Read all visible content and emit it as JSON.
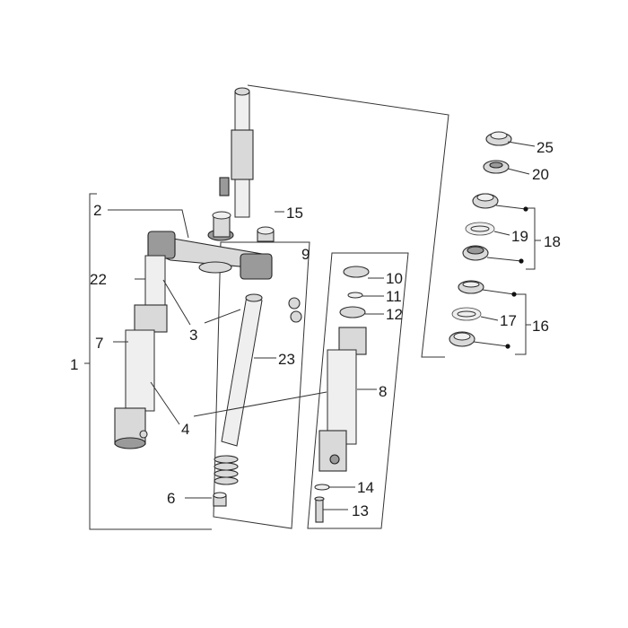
{
  "diagram": {
    "callouts": {
      "n1": "1",
      "n2": "2",
      "n3": "3",
      "n4": "4",
      "n6": "6",
      "n7": "7",
      "n8": "8",
      "n9": "9",
      "n10": "10",
      "n11": "11",
      "n12": "12",
      "n13": "13",
      "n14": "14",
      "n15": "15",
      "n16": "16",
      "n17": "17",
      "n18": "18",
      "n19": "19",
      "n20": "20",
      "n22": "22",
      "n23": "23",
      "n25": "25"
    }
  }
}
